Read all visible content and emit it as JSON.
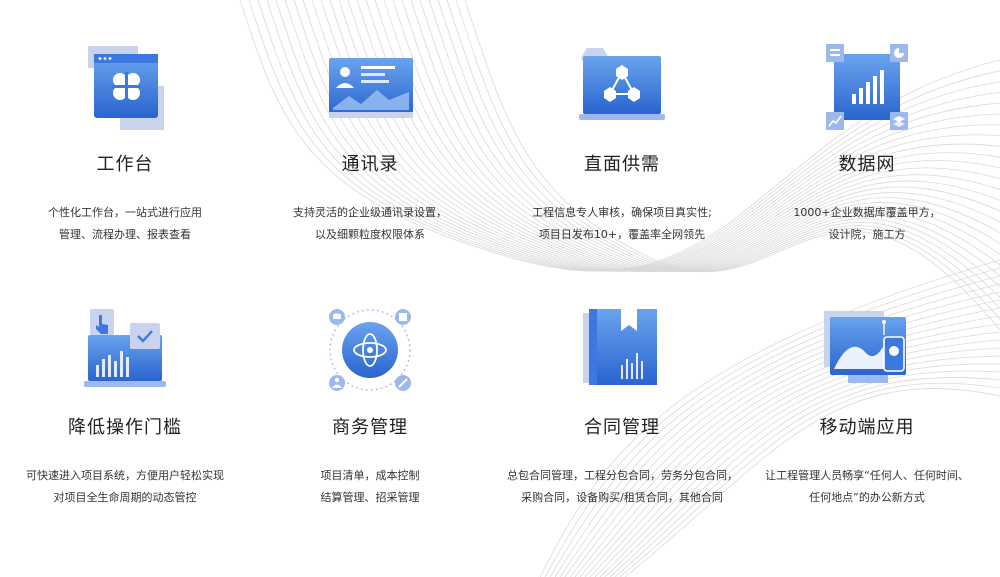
{
  "features": [
    {
      "title": "工作台",
      "desc": [
        "个性化工作台，一站式进行应用",
        "管理、流程办理、报表查看"
      ],
      "icon": "dashboard-icon"
    },
    {
      "title": "通讯录",
      "desc": [
        "支持灵活的企业级通讯录设置，",
        "以及细颗粒度权限体系"
      ],
      "icon": "contacts-icon"
    },
    {
      "title": "直面供需",
      "desc": [
        "工程信息专人审核，确保项目真实性;",
        "项目日发布10+，覆盖率全网领先"
      ],
      "icon": "supply-demand-icon"
    },
    {
      "title": "数据网",
      "desc": [
        "1000+企业数据库覆盖甲方，",
        "设计院，施工方"
      ],
      "icon": "data-network-icon"
    },
    {
      "title": "降低操作门槛",
      "desc": [
        "可快速进入项目系统，方便用户轻松实现",
        "对项目全生命周期的动态管控"
      ],
      "icon": "easy-operation-icon"
    },
    {
      "title": "商务管理",
      "desc": [
        "项目清单，成本控制",
        "结算管理、招采管理"
      ],
      "icon": "business-management-icon"
    },
    {
      "title": "合同管理",
      "desc": [
        "总包合同管理，工程分包合同，劳务分包合同，",
        "采购合同，设备购买/租赁合同，其他合同"
      ],
      "icon": "contract-management-icon"
    },
    {
      "title": "移动端应用",
      "desc": [
        "让工程管理人员畅享“任何人、任何时间、",
        "任何地点”的办公新方式"
      ],
      "icon": "mobile-app-icon"
    }
  ],
  "colors": {
    "accent": "#2f6fd8",
    "accent_light": "#6da4f0",
    "shadow": "#c8d3ee"
  }
}
